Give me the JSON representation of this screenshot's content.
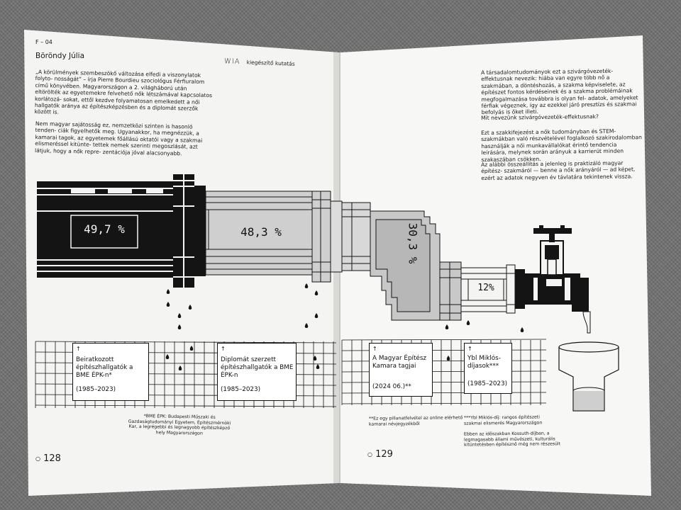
{
  "left_page": {
    "section_code": "F – 04",
    "author": "Böröndy Júlia",
    "header_brand": "WIA",
    "header_subtitle": "kiegészítő kutatás",
    "para1": "„A körülmények szembeszökő változása elfedi a viszonylatok folyto- nosságát” – írja Pierre Bourdieu szociológus Férfiuralom című könyvében. Magyarországon a 2. világháború után eltörölték az egyetemekre felvehető nők létszámával kapcsolatos korlátozá- sokat, ettől kezdve folyamatosan emelkedett a női hallgatók aránya az építészképzésben és a diplomát szerzők között is.",
    "para2": "Nem magyar sajátosság ez, nemzetközi szinten is hasonló tenden- ciák figyelhetők meg. Ugyanakkor, ha megnézzük, a kamarai tagok, az egyetemek főállású oktatói vagy a szakmai elismeréssel kitünte- tettek nemek szerinti megoszlását, azt látjuk, hogy a nők repre- zentációja jóval alacsonyabb.",
    "footnote": "*BME ÉPK: Budapesti Műszaki és Gazdaságtudományi Egyetem, Építészmérnöki Kar, a legrégebbi és legnagyobb építészképző hely Magyarországon",
    "page_number": "128"
  },
  "right_page": {
    "para1": "A társadalomtudományok ezt a szivárgóvezeték-effektusnak nevezik: hiába van egyre több nő a szakmában, a döntéshozás, a szakma képviselete, az építészet fontos kérdéseinek és a szakma problémáinak megfogalmazása továbbra is olyan fel- adatok, amelyeket férfiak végeznek, így az ezekkel járó presztízs és szakmai befolyás is őket illeti.",
    "question": "Mit nevezünk szivárgóvezeték-effektusnak?",
    "para2": "Ezt a szakkifejezést a nők tudományban és STEM-szakmákban való részvételével foglalkozó szakirodalomban használják a női munkavállalókat érintő tendencia leírására, melynek során arányuk a karrierút minden szakaszában csökken.",
    "para3": "Az alábbi összeállítás a jelenleg is praktizáló magyar építész- szakmáról — benne a nők arányáról — ad képet, ezért az adatok negyven év távlatára tekintenek vissza.",
    "footnote_kamara": "**Ez egy pillanatfelvétel az online elérhető kamarai névjegyzékből",
    "footnote_ybl": "***Ybl Miklós-díj: rangos építészeti szakmai elismerés Magyarországon",
    "footnote_kossuth": "Ebben az időszakban Kossuth-díjban, a legmagasabb állami művészeti, kulturális kitüntetésben építésznő még nem részesült",
    "page_number": "129"
  },
  "chart_data": {
    "type": "bar",
    "title": "",
    "categories": [
      "Beiratkozott építészhallgatók a BME ÉPK-n*",
      "Diplomát szerzett építészhallgatók a BME ÉPK-n",
      "A Magyar Építész Kamara tagjai",
      "Ybl Miklós-díjasok***"
    ],
    "periods": [
      "(1985–2023)",
      "(1985–2023)",
      "(2024 06.)**",
      "(1985–2023)"
    ],
    "values": [
      49.7,
      48.3,
      30.3,
      12
    ],
    "value_labels": [
      "49,7 %",
      "48,3 %",
      "30,3 %",
      "12%"
    ],
    "arrow": "↑"
  }
}
